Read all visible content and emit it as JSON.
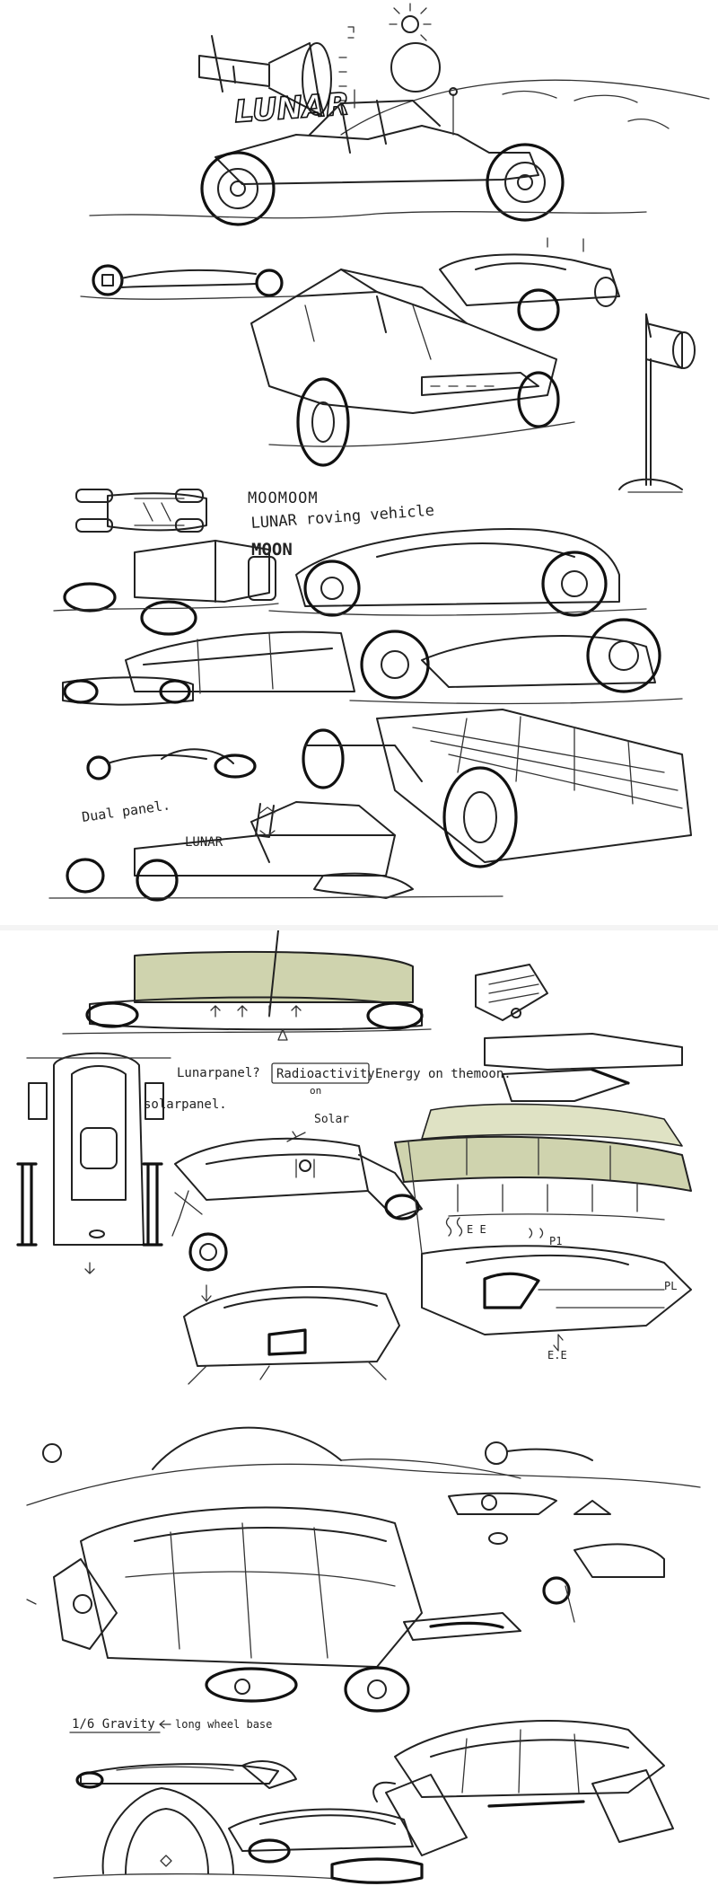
{
  "colors": {
    "paper": "#ffffff",
    "ink": "#222222",
    "marker_green": "#cfd3ae"
  },
  "sheet_top": {
    "lunar_logo": "LUNAR",
    "moonmoom": "MOOMOOM",
    "lunar_roving_vehicle": "LUNAR roving vehicle",
    "moon": "MOON",
    "dual_panel": "Dual panel.",
    "lunar_side": "LUNAR"
  },
  "sheet_bottom": {
    "lunar_panel_q": "Lunarpanel?",
    "radioactivity": "Radioactivity",
    "energy_on_the_moon": "Energy on themoon.",
    "on": "on",
    "solar_panel": "solarpanel.",
    "solar": "Solar",
    "ee_top": "E E",
    "p1": "P1",
    "pl": "PL",
    "ee_bottom": "E.E",
    "gravity_note": "1/6 Gravity",
    "long_wheel_base": "long wheel base"
  }
}
